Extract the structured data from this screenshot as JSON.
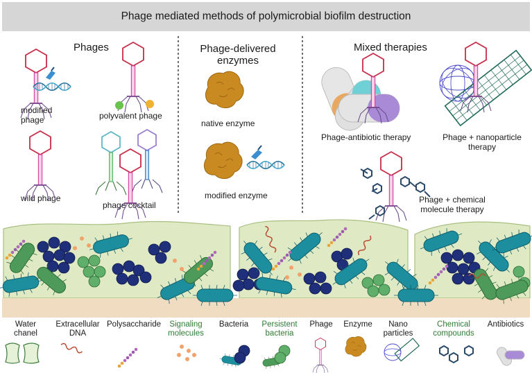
{
  "title": "Phage mediated methods of polymicrobial biofilm destruction",
  "colors": {
    "phage_head": "#c72c48",
    "phage_tail": "#d14a9f",
    "enzyme": "#c98a22",
    "matrix": "#dfeac4",
    "substrate": "#f0dcc0",
    "bacteria_rod": "#1d8e9e",
    "bacteria_cocci": "#1f2f7a",
    "persistent": "#4e9a5a",
    "dna": "#2e8bb0"
  },
  "sections": {
    "phages": {
      "heading": "Phages",
      "labels": {
        "modified": "modified\nphage",
        "polyvalent": "polyvalent phage",
        "wild": "wild phage",
        "cocktail": "phage cocktail"
      }
    },
    "enzymes": {
      "heading": "Phage-delivered\nenzymes",
      "labels": {
        "native": "native enzyme",
        "modified": "modified enzyme"
      }
    },
    "mixed": {
      "heading": "Mixed therapies",
      "labels": {
        "antibiotic": "Phage-antibiotic therapy",
        "nanoparticle": "Phage + nanoparticle\ntherapy",
        "chemical": "Phage + chemical\nmolecule therapy"
      }
    }
  },
  "legend": [
    {
      "key": "water",
      "label": "Water\nchanel"
    },
    {
      "key": "dna",
      "label": "Extracellular\nDNA"
    },
    {
      "key": "poly",
      "label": "Polysaccharide"
    },
    {
      "key": "signal",
      "label": "Signaling\nmolecules"
    },
    {
      "key": "bacteria",
      "label": "Bacteria"
    },
    {
      "key": "persistent",
      "label": "Persistent\nbacteria"
    },
    {
      "key": "phage",
      "label": "Phage"
    },
    {
      "key": "enzyme",
      "label": "Enzyme"
    },
    {
      "key": "nano",
      "label": "Nano\nparticles"
    },
    {
      "key": "chem",
      "label": "Chemical\ncompounds"
    },
    {
      "key": "antibiotic",
      "label": "Antibiotics"
    }
  ]
}
